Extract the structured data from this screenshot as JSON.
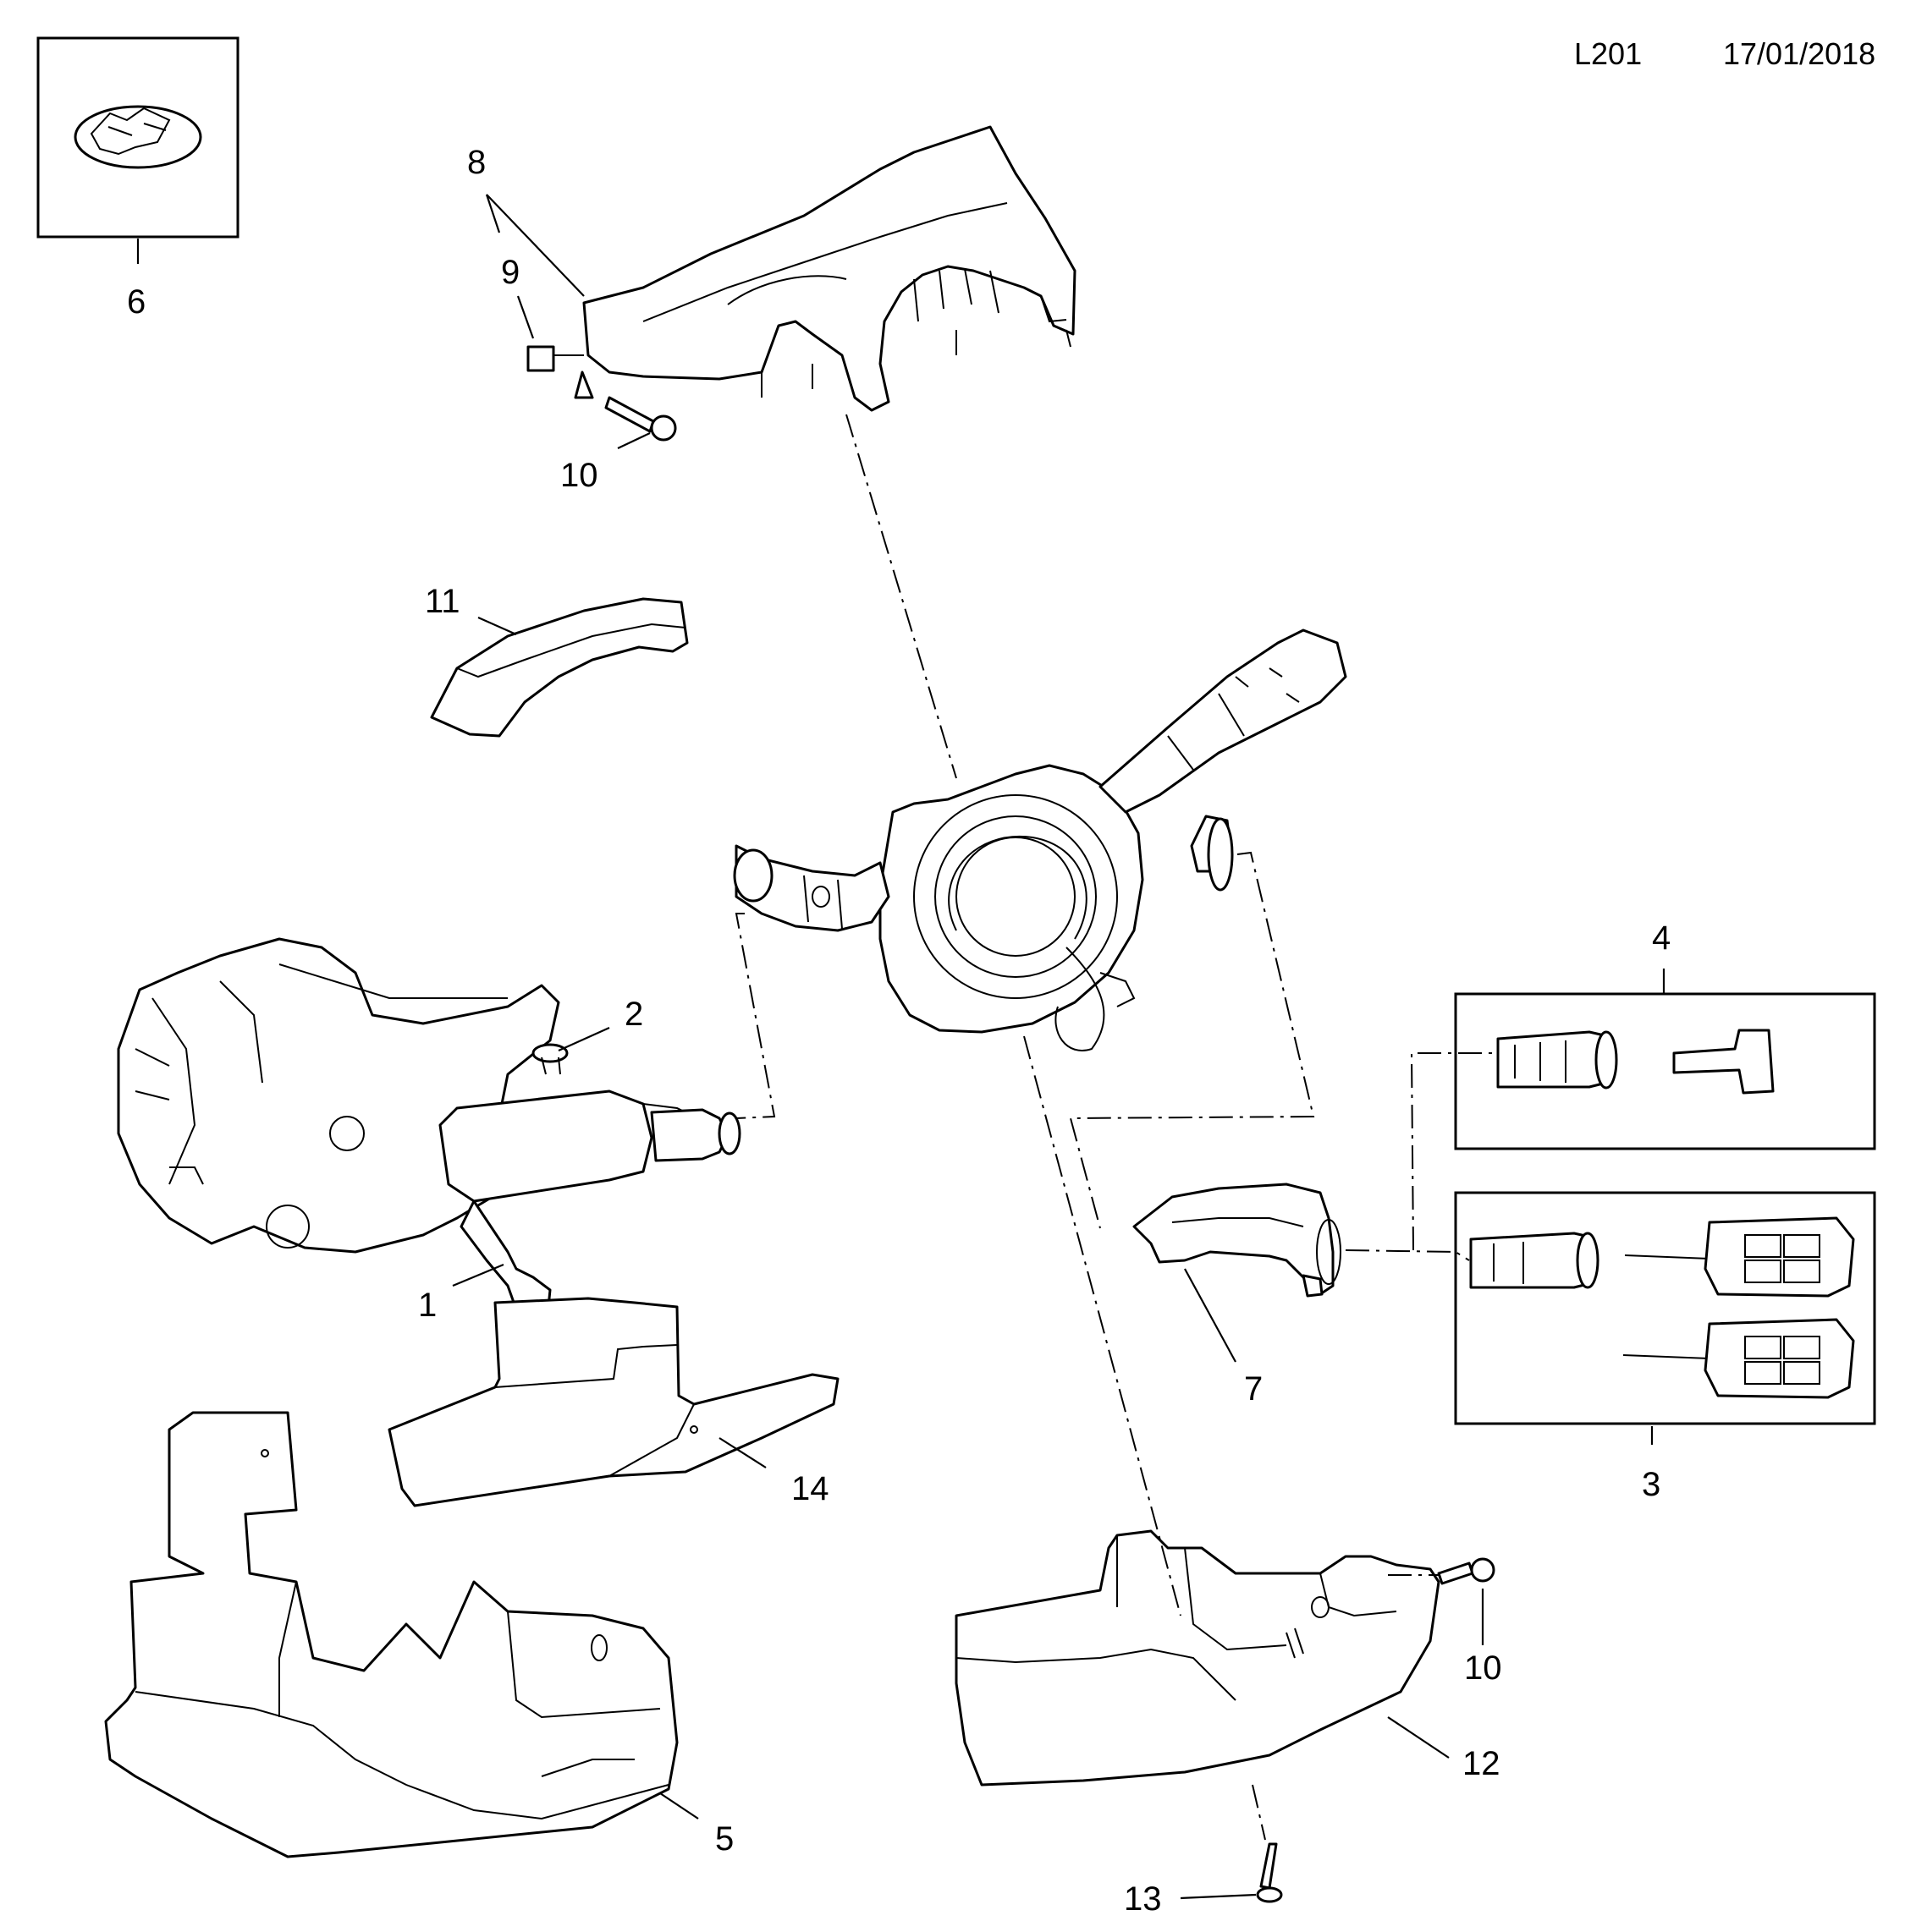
{
  "header": {
    "ref_code": "L201",
    "date": "17/01/2018"
  },
  "callouts": {
    "c1": "1",
    "c2": "2",
    "c3": "3",
    "c4": "4",
    "c5": "5",
    "c6": "6",
    "c7": "7",
    "c8": "8",
    "c9": "9",
    "c10a": "10",
    "c10b": "10",
    "c11": "11",
    "c12": "12",
    "c13": "13",
    "c14": "14"
  }
}
